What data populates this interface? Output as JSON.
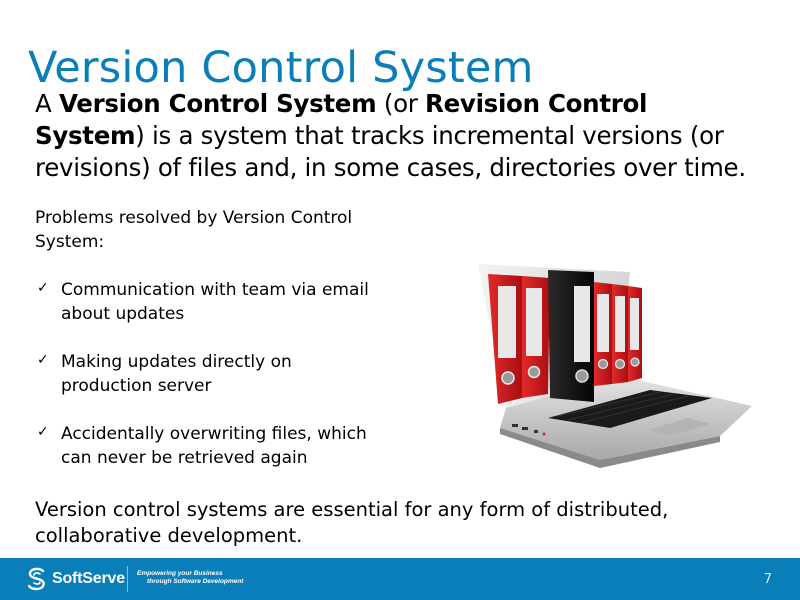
{
  "slide": {
    "title": "Version Control System",
    "intro": {
      "segments": [
        {
          "text": "A ",
          "bold": false
        },
        {
          "text": "Version Control System",
          "bold": true
        },
        {
          "text": " (or ",
          "bold": false
        },
        {
          "text": "Revision Control System",
          "bold": true
        },
        {
          "text": ") is a system that tracks incremental versions (or revisions) of files and, in some cases, directories over time.",
          "bold": false
        }
      ]
    },
    "problems_heading": "Problems resolved by Version Control System:",
    "problems": [
      {
        "icon": "checkmark-icon",
        "glyph": "✓",
        "text": "Communication with team via email about updates"
      },
      {
        "icon": "checkmark-icon",
        "glyph": "✓",
        "text": "Making updates directly on production server"
      },
      {
        "icon": "checkmark-icon",
        "glyph": "✓",
        "text": "Accidentally overwriting files, which can never be retrieved again"
      }
    ],
    "conclusion": "Version control systems are essential for any form of distributed, collaborative development.",
    "illustration": {
      "description": "laptop with binders coming out of screen",
      "binder_color": "#c8181c",
      "accent_binder_color": "#111111"
    }
  },
  "footer": {
    "brand": "SoftServe",
    "tagline_line1": "Empowering your Business",
    "tagline_line2": "through Software Development",
    "page_number": "7",
    "background": "#0a7eb8"
  },
  "colors": {
    "title": "#0a7eb8",
    "text": "#000000"
  }
}
